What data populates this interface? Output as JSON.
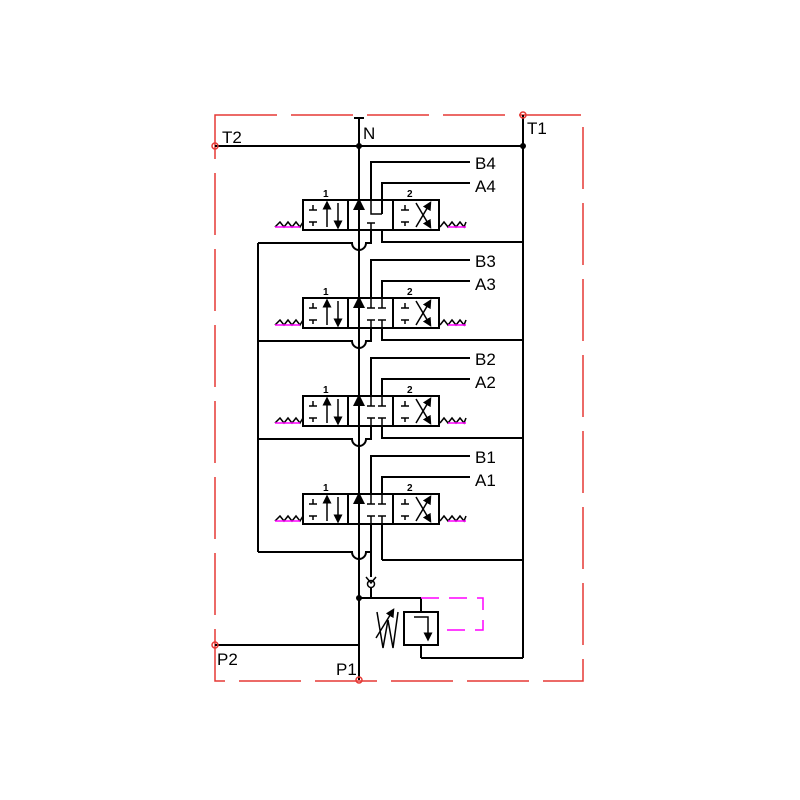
{
  "ports": {
    "T2": "T2",
    "N": "N",
    "T1": "T1",
    "P2": "P2",
    "P1": "P1"
  },
  "sections": [
    {
      "B": "B4",
      "A": "A4",
      "pos1": "1",
      "pos2": "2",
      "center": "float"
    },
    {
      "B": "B3",
      "A": "A3",
      "pos1": "1",
      "pos2": "2",
      "center": "closed"
    },
    {
      "B": "B2",
      "A": "A2",
      "pos1": "1",
      "pos2": "2",
      "center": "closed"
    },
    {
      "B": "B1",
      "A": "A1",
      "pos1": "1",
      "pos2": "2",
      "center": "closed"
    }
  ],
  "colors": {
    "lines": "#000000",
    "border": "#e53935",
    "pilot": "#ff00ff"
  }
}
